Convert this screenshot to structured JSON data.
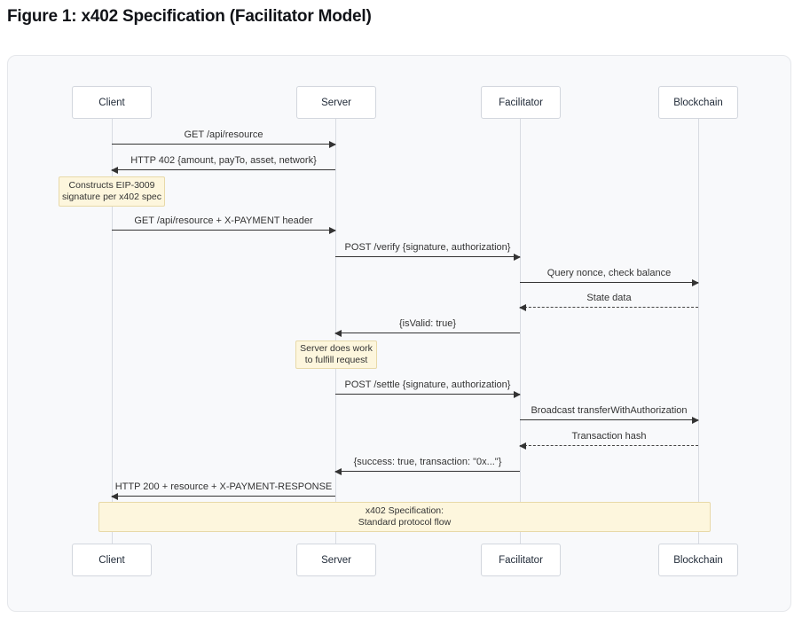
{
  "title": "Figure 1: x402 Specification (Facilitator Model)",
  "diagram": {
    "participants": {
      "client": "Client",
      "server": "Server",
      "facilitator": "Facilitator",
      "blockchain": "Blockchain"
    },
    "messages": [
      {
        "text": "GET /api/resource",
        "from": "Client",
        "to": "Server",
        "line": "solid"
      },
      {
        "text": "HTTP 402 {amount, payTo, asset, network}",
        "from": "Server",
        "to": "Client",
        "line": "solid"
      },
      {
        "text": "GET /api/resource + X-PAYMENT header",
        "from": "Client",
        "to": "Server",
        "line": "solid"
      },
      {
        "text": "POST /verify {signature, authorization}",
        "from": "Server",
        "to": "Facilitator",
        "line": "solid"
      },
      {
        "text": "Query nonce, check balance",
        "from": "Facilitator",
        "to": "Blockchain",
        "line": "solid"
      },
      {
        "text": "State data",
        "from": "Blockchain",
        "to": "Facilitator",
        "line": "dashed"
      },
      {
        "text": "{isValid: true}",
        "from": "Facilitator",
        "to": "Server",
        "line": "solid"
      },
      {
        "text": "POST /settle {signature, authorization}",
        "from": "Server",
        "to": "Facilitator",
        "line": "solid"
      },
      {
        "text": "Broadcast transferWithAuthorization",
        "from": "Facilitator",
        "to": "Blockchain",
        "line": "solid"
      },
      {
        "text": "Transaction hash",
        "from": "Blockchain",
        "to": "Facilitator",
        "line": "dashed"
      },
      {
        "text": "{success: true, transaction: \"0x...\"}",
        "from": "Facilitator",
        "to": "Server",
        "line": "solid"
      },
      {
        "text": "HTTP 200 + resource + X-PAYMENT-RESPONSE",
        "from": "Server",
        "to": "Client",
        "line": "solid"
      }
    ],
    "notes": [
      {
        "over": "Client",
        "line1": "Constructs EIP-3009",
        "line2": "signature per x402 spec"
      },
      {
        "over": "Server",
        "line1": "Server does work",
        "line2": "to fulfill request"
      },
      {
        "over": "all participants",
        "line1": "x402 Specification:",
        "line2": "Standard protocol flow"
      }
    ]
  },
  "colors": {
    "panel_bg": "#f8f9fb",
    "panel_border": "#e5e7eb",
    "box_border": "#d3d7de",
    "lifeline": "#d8dbe2",
    "arrow": "#333333",
    "text": "#1f2937",
    "note_fill": "#fdf6dd",
    "note_border": "#e8d9a8"
  }
}
